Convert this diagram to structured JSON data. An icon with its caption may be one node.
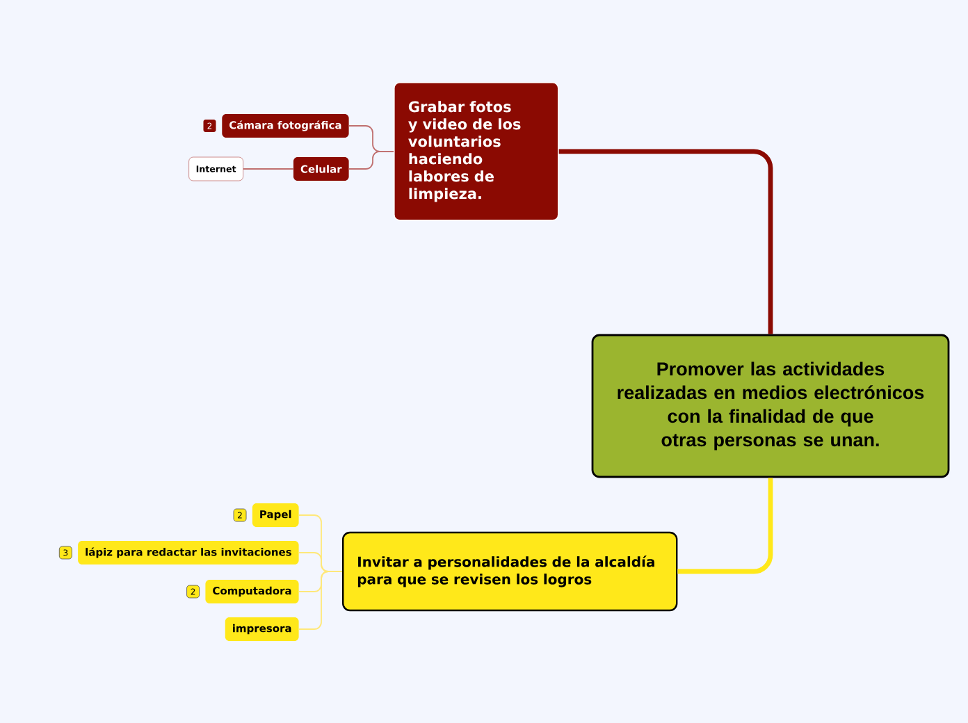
{
  "diagram": {
    "nodes": [
      {
        "text": [
          "Promover las actividades realizadas en medios electrónicos con la finalidad de que otras personas se unan."
        ]
      },
      {
        "text": [
          "Grabar fotos y video de los voluntarios haciendo labores de limpieza."
        ]
      },
      {
        "text": [
          "Cámara fotográfica"
        ],
        "beside": [
          "2"
        ]
      },
      {
        "text": [
          "Celular"
        ]
      },
      {
        "text": [
          "Internet"
        ]
      },
      {
        "text": [
          "Invitar a personalidades de la alcaldía para que se revisen los logros"
        ]
      },
      {
        "text": [
          "Papel"
        ],
        "beside": [
          "2"
        ]
      },
      {
        "text": [
          "lápiz para redactar las invitaciones"
        ],
        "beside": [
          "3"
        ]
      },
      {
        "text": [
          "Computadora"
        ],
        "beside": [
          "2"
        ]
      },
      {
        "text": [
          "impresora"
        ]
      }
    ],
    "edges": [
      {
        "from": 0,
        "to": 1,
        "arrow": "none",
        "style": "thick",
        "color": "#8b0a02"
      },
      {
        "from": 1,
        "to": 2,
        "arrow": "none",
        "color": "#c07070"
      },
      {
        "from": 1,
        "to": 3,
        "arrow": "none",
        "color": "#c07070"
      },
      {
        "from": 3,
        "to": 4,
        "arrow": "none",
        "color": "#c07070"
      },
      {
        "from": 0,
        "to": 5,
        "arrow": "none",
        "style": "thick",
        "color": "#ffe81a"
      },
      {
        "from": 5,
        "to": 6,
        "arrow": "none",
        "color": "#ffe87a"
      },
      {
        "from": 5,
        "to": 7,
        "arrow": "none",
        "color": "#ffe87a"
      },
      {
        "from": 5,
        "to": 8,
        "arrow": "none",
        "color": "#ffe87a"
      },
      {
        "from": 5,
        "to": 9,
        "arrow": "none",
        "color": "#ffe87a"
      }
    ]
  }
}
